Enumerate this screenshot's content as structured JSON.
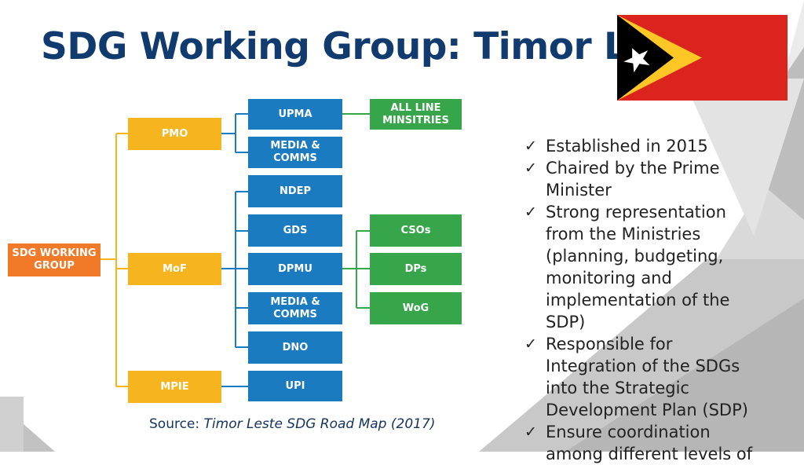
{
  "slide": {
    "title": "SDG Working Group: Timor Leste",
    "source_prefix": "Source: ",
    "source_citation": "Timor Leste SDG Road Map (2017)"
  },
  "flag": {
    "depicts": "Timor-Leste national flag",
    "colors": {
      "red": "#dc241f",
      "yellow": "#ffc726",
      "black": "#000000",
      "star": "#ffffff"
    }
  },
  "org_chart": {
    "root": "SDG WORKING GROUP",
    "level1": [
      "PMO",
      "MoF",
      "MPIE"
    ],
    "level2": [
      "UPMA",
      "MEDIA & COMMS",
      "NDEP",
      "GDS",
      "DPMU",
      "MEDIA & COMMS",
      "DNO",
      "UPI"
    ],
    "level3": [
      "ALL LINE MINSITRIES",
      "CSOs",
      "DPs",
      "WoG"
    ],
    "colors": {
      "root": "#f07a28",
      "level1": "#f6b51f",
      "level2": "#1a7bc0",
      "level3": "#37a64a"
    }
  },
  "bullets": [
    "Established in 2015",
    "Chaired by the Prime Minister",
    "Strong representation from the Ministries (planning, budgeting, monitoring and implementation of the SDP)",
    "Responsible for Integration of the SDGs into the Strategic Development Plan (SDP)",
    "Ensure coordination among different levels of"
  ],
  "bullet_icon": "checkmark-icon"
}
